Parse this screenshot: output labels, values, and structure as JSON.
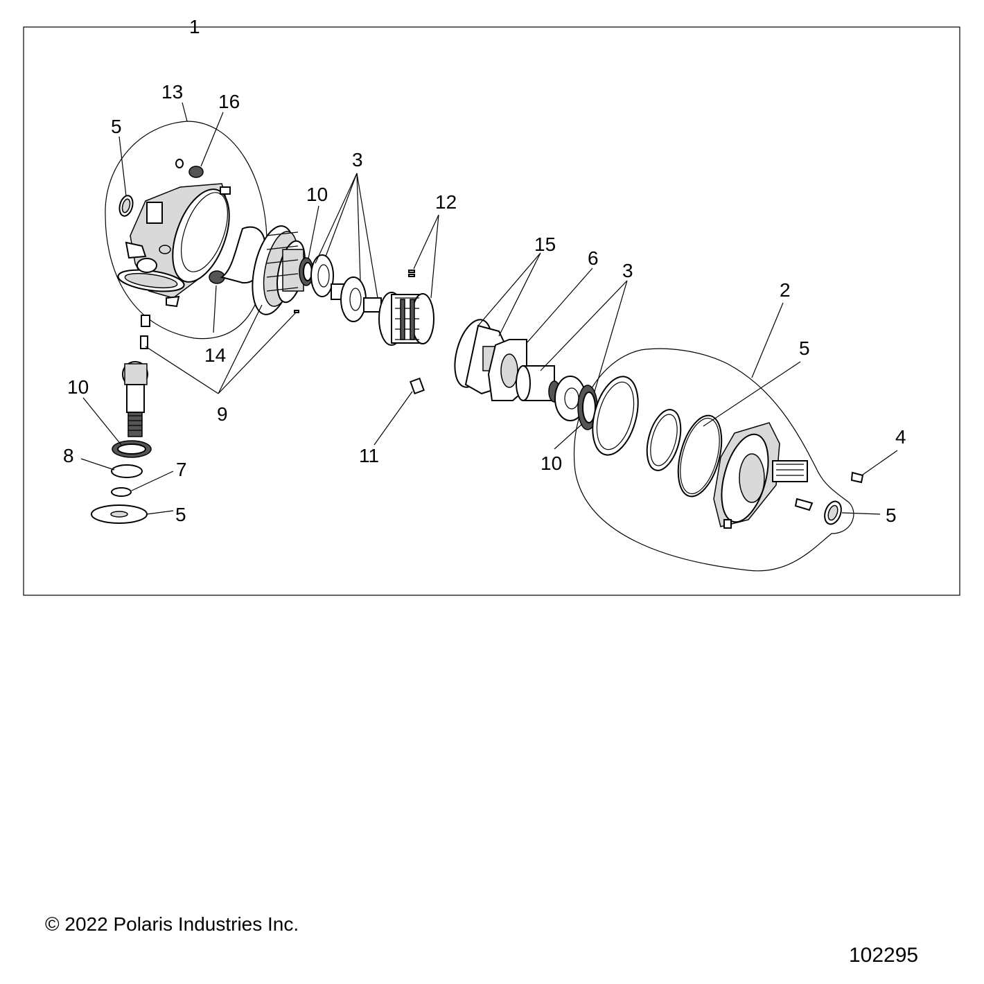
{
  "callouts": {
    "c1": "1",
    "c2": "2",
    "c3a": "3",
    "c3b": "3",
    "c4": "4",
    "c5a": "5",
    "c5b": "5",
    "c5c": "5",
    "c5d": "5",
    "c6": "6",
    "c7": "7",
    "c8": "8",
    "c9": "9",
    "c10a": "10",
    "c10b": "10",
    "c10c": "10",
    "c11": "11",
    "c12": "12",
    "c13": "13",
    "c14": "14",
    "c15": "15",
    "c16": "16"
  },
  "footer": {
    "copyright": "© 2022 Polaris Industries Inc.",
    "figure_number": "102295"
  }
}
